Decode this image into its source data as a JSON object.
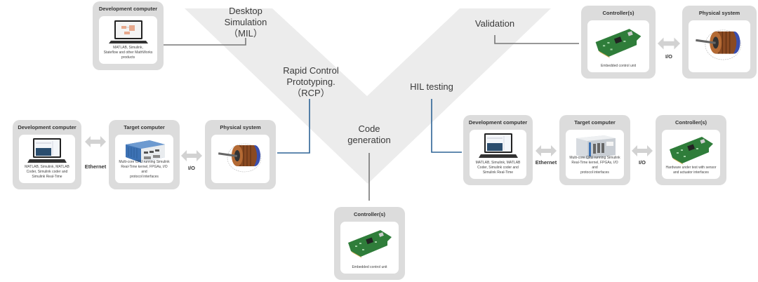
{
  "colors": {
    "v_fill": "#ececec",
    "card_bg": "#dcdcdc",
    "connector_gray": "#777777",
    "connector_blue": "#2e6496",
    "arrow_gray": "#d2d2d2"
  },
  "stages": {
    "mil": "Desktop\nSimulation\n（MIL）",
    "rcp": "Rapid Control\nPrototyping.\n（RCP）",
    "code": "Code\ngeneration",
    "hil": "HIL testing",
    "validation": "Validation"
  },
  "mil_group": {
    "dev": {
      "title": "Development computer",
      "caption": "MATLAB, Simulink,\nStateflow and other MathWorks\nproducts",
      "icon": "laptop-icon"
    }
  },
  "rcp_group": {
    "dev": {
      "title": "Development computer",
      "caption": "MATLAB, Simulink, MATLAB\nCoder, Simulink coder and\nSimulink Real-Time",
      "icon": "laptop-icon"
    },
    "link1": "Ethernet",
    "target": {
      "title": "Target computer",
      "caption": "Multi-core CPU running Simulink\nReal-Time kernel, FPGAs, I/O and\nprotocol interfaces",
      "icon": "target-machine-icon"
    },
    "link2": "I/O",
    "plant": {
      "title": "Physical system",
      "icon": "motor-icon"
    }
  },
  "code_group": {
    "controller": {
      "title": "Controller(s)",
      "caption": "Embedded control unit",
      "icon": "circuit-board-icon"
    }
  },
  "hil_group": {
    "dev": {
      "title": "Development computer",
      "caption": "MATLAB, Simulink, MATLAB\nCoder, Simulink coder and\nSimulink Real-Time",
      "icon": "laptop-icon"
    },
    "link1": "Ethernet",
    "target": {
      "title": "Target computer",
      "caption": "Multi-core CPU running Simulink\nReal-Time kernel, FPGAs, I/O and\nprotocol interfaces",
      "icon": "target-rack-icon"
    },
    "link2": "I/O",
    "controller": {
      "title": "Controller(s)",
      "caption": "Hardware under test with sensor\nand actuator interfaces",
      "icon": "circuit-board-icon"
    }
  },
  "validation_group": {
    "controller": {
      "title": "Controller(s)",
      "caption": "Embedded control unit",
      "icon": "circuit-board-icon"
    },
    "link": "I/O",
    "plant": {
      "title": "Physical system",
      "icon": "motor-icon"
    }
  }
}
